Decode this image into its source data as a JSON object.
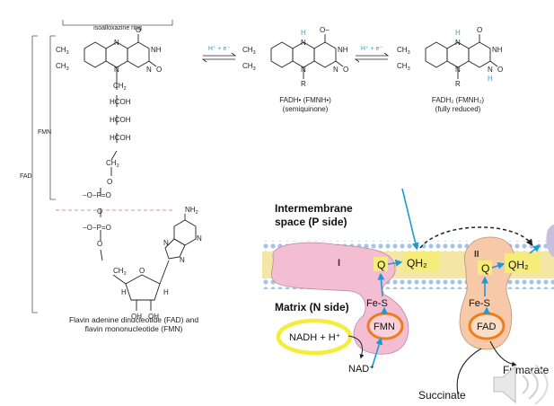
{
  "top_labels": {
    "isoalloxazine": "isoalloxazine ring",
    "fmn": "FMN",
    "fad": "FAD"
  },
  "chem": {
    "ch3": "CH",
    "three": "3",
    "n": "N",
    "o": "O",
    "nh": "NH",
    "r": "R",
    "h": "H",
    "o_minus": "O−",
    "ch2": "CH",
    "two": "2",
    "hcoh": "HCOH",
    "p": "P",
    "o_p": "−O−P=O",
    "o_link": "O",
    "nh2": "NH",
    "oh": "OH",
    "h_plus_e": "H⁺ + e⁻"
  },
  "species": {
    "semiquinone_name": "FADH• (FMNH•)",
    "semiquinone_desc": "(semiquinone)",
    "reduced_name": "FADH₂ (FMNH₂)",
    "reduced_desc": "(fully reduced)"
  },
  "caption": {
    "line1": "Flavin adenine dinucleotide (FAD) and",
    "line2": "flavin mononucleotide (FMN)"
  },
  "etc": {
    "intermembrane_line1": "Intermembrane",
    "intermembrane_line2": "space (P side)",
    "matrix": "Matrix (N side)",
    "complex1": "I",
    "complex2": "II",
    "q": "Q",
    "qh2": "QH₂",
    "fes": "Fe-S",
    "fmn": "FMN",
    "fad": "FAD",
    "nadh": "NADH + H⁺",
    "nad": "NAD⁺",
    "fumarate": "Fumarate",
    "succinate": "Succinate"
  },
  "colors": {
    "membrane": "#f4e7a6",
    "complex1": "#f3bdd2",
    "complex2": "#f7c9a8",
    "arrow_blue": "#1c9ad6",
    "ring_orange": "#ef7d1a",
    "highlight_yellow": "#f3ee3b",
    "dashed_pink": "#d48ac9",
    "h_teal": "#2aa6c9"
  },
  "icons": [
    "speaker-icon"
  ]
}
